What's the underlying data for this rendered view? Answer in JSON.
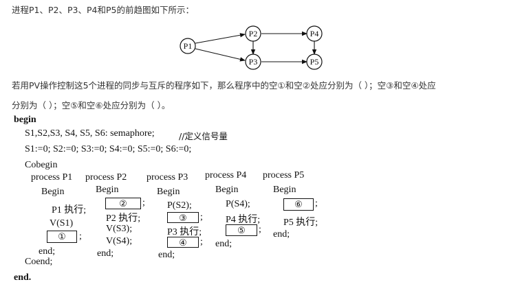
{
  "question": {
    "intro": "进程P1、P2、P3、P4和P5的前趋图如下所示：",
    "line1": "若用PV操作控制这5个进程的同步与互斥的程序如下，那么程序中的空①和空②处应分别为（    ）；空③和空④处应",
    "line2": "分别为（    ）；空⑤和空⑥处应分别为（    ）。"
  },
  "graph": {
    "nodes": [
      {
        "id": "P1",
        "label": "P1"
      },
      {
        "id": "P2",
        "label": "P2"
      },
      {
        "id": "P3",
        "label": "P3"
      },
      {
        "id": "P4",
        "label": "P4"
      },
      {
        "id": "P5",
        "label": "P5"
      }
    ],
    "edges": [
      [
        "P1",
        "P2"
      ],
      [
        "P1",
        "P3"
      ],
      [
        "P2",
        "P3"
      ],
      [
        "P2",
        "P4"
      ],
      [
        "P3",
        "P5"
      ],
      [
        "P4",
        "P5"
      ]
    ]
  },
  "code": {
    "begin": "begin",
    "decl": "S1,S2,S3, S4, S5, S6: semaphore;",
    "decl_comment": "//定义信号量",
    "init": "S1:=0; S2:=0; S3:=0; S4:=0; S5:=0; S6:=0;",
    "cobegin": "Cobegin",
    "coend": "Coend;",
    "end": "end.",
    "semicolon": ";",
    "p1": {
      "header": "process P1",
      "begin": "Begin",
      "l1": "P1 执行;",
      "l2": "V(S1)",
      "slot": "①",
      "end": "end;"
    },
    "p2": {
      "header": "process P2",
      "begin": "Begin",
      "slot": "②",
      "l1": "P2 执行;",
      "l2": "V(S3);",
      "l3": "V(S4);",
      "end": "end;"
    },
    "p3": {
      "header": "process P3",
      "begin": "Begin",
      "l1": "P(S2);",
      "slot1": "③",
      "l2": "P3 执行;",
      "slot2": "④",
      "end": "end;"
    },
    "p4": {
      "header": "process P4",
      "begin": "Begin",
      "l1": "P(S4);",
      "l2": "P4 执行;",
      "slot": "⑤",
      "end": "end;"
    },
    "p5": {
      "header": "process P5",
      "begin": "Begin",
      "slot": "⑥",
      "l1": "P5 执行;",
      "end": "end;"
    }
  }
}
